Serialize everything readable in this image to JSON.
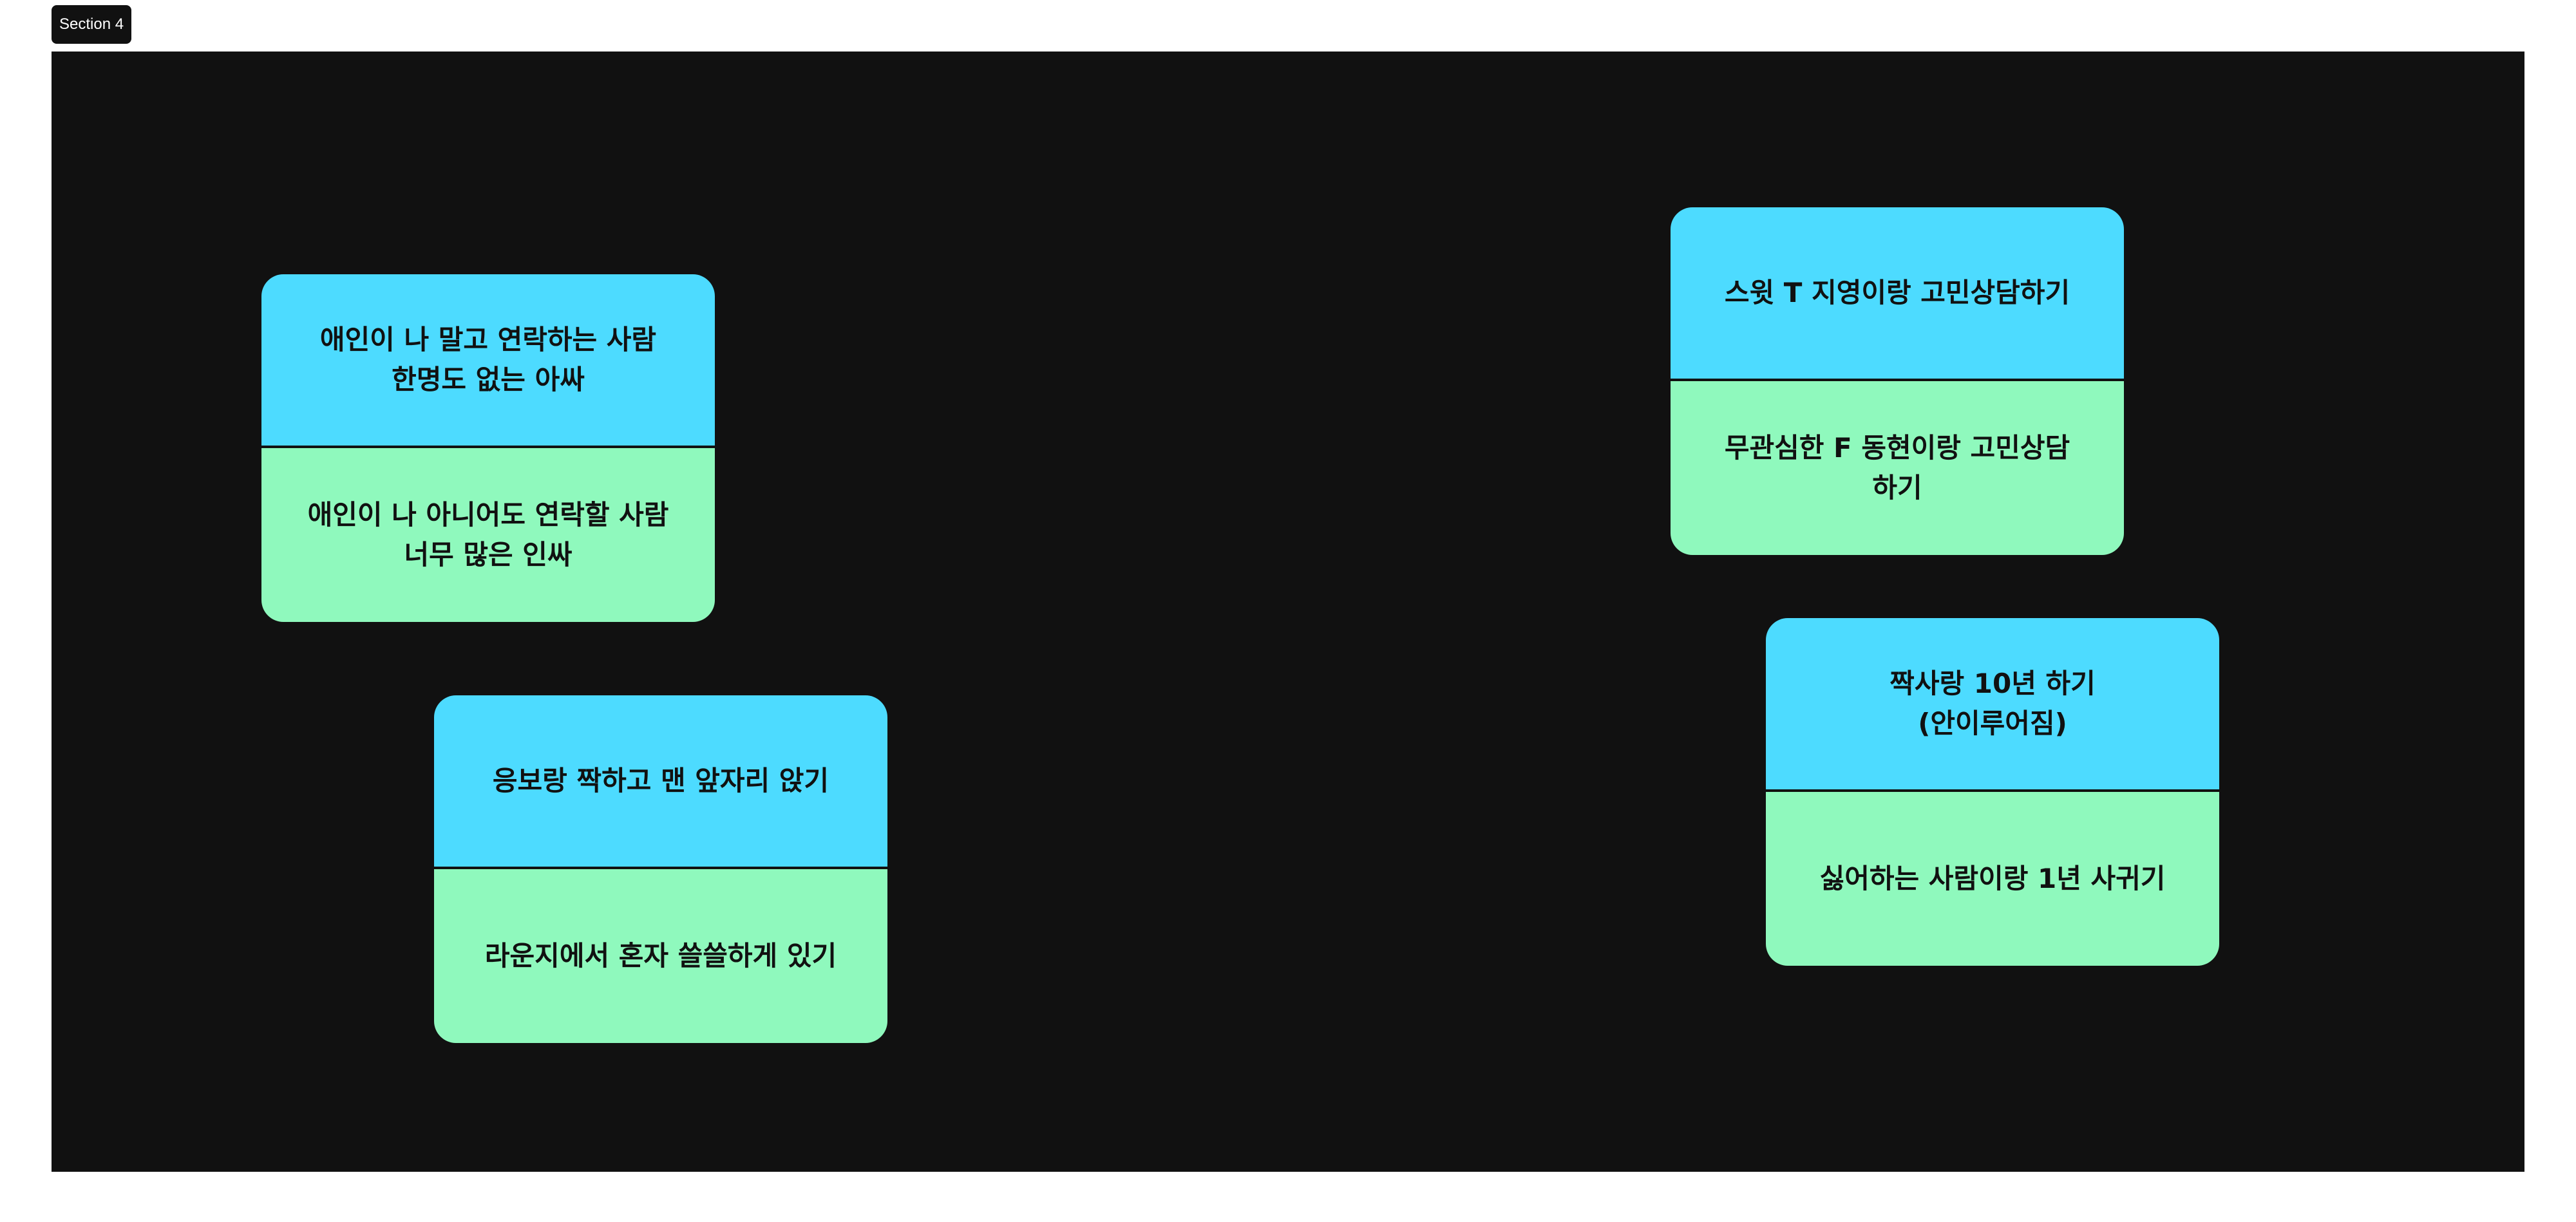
{
  "section": {
    "label": "Section 4"
  },
  "colors": {
    "canvas_bg": "#111111",
    "card_top": "#4ddbff",
    "card_bottom": "#8ff9bd"
  },
  "cards": [
    {
      "top": "애인이 나 말고 연락하는 사람\n한명도 없는 아싸",
      "bottom": "애인이 나 아니어도 연락할 사람\n너무 많은 인싸"
    },
    {
      "top": "응보랑 짝하고 맨 앞자리 앉기",
      "bottom": "라운지에서 혼자 쓸쓸하게 있기"
    },
    {
      "top": "스윗 T 지영이랑 고민상담하기",
      "bottom": "무관심한 F 동현이랑 고민상담\n하기"
    },
    {
      "top": "짝사랑 10년 하기\n(안이루어짐)",
      "bottom": "싫어하는 사람이랑 1년 사귀기"
    }
  ]
}
